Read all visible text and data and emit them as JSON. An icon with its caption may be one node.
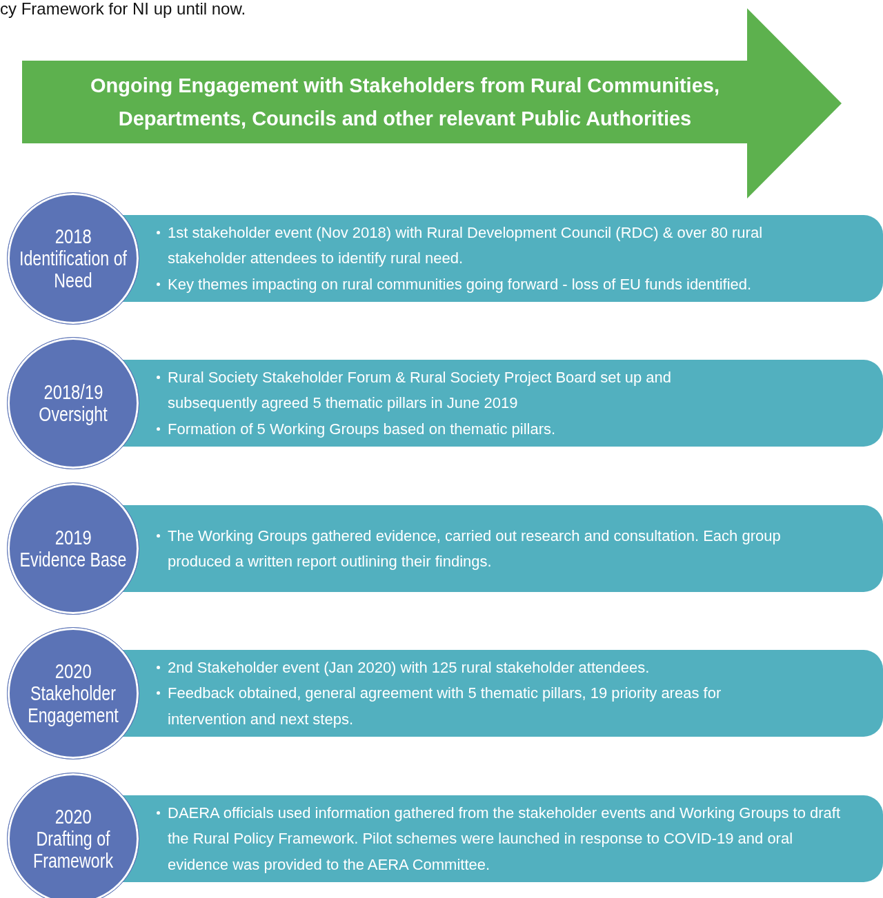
{
  "diagram": {
    "nodes": [
      {
        "text": [
          "Ongoing Engagement with Stakeholders from Rural Communities, Departments, Councils and other relevant Public Authorities"
        ]
      },
      {
        "text": [
          "2018",
          "Identification of Need"
        ]
      },
      {
        "text": [
          "1st stakeholder event (Nov 2018) with Rural Development Council (RDC) & over 80 rural stakeholder attendees to identify rural need.",
          "Key themes impacting on rural communities going forward - loss of EU funds identified."
        ]
      },
      {
        "text": [
          "2018/19",
          "Oversight"
        ]
      },
      {
        "text": [
          "Rural Society Stakeholder Forum & Rural Society Project Board set up and subsequently agreed 5 thematic pillars in June 2019",
          "Formation of 5 Working Groups based on thematic pillars."
        ]
      },
      {
        "text": [
          "2019",
          "Evidence Base"
        ]
      },
      {
        "text": [
          "The Working Groups gathered evidence, carried out research and consultation. Each group produced a written report outlining their findings."
        ]
      },
      {
        "text": [
          "2020",
          "Stakeholder Engagement"
        ]
      },
      {
        "text": [
          "2nd Stakeholder event (Jan 2020) with 125 rural stakeholder attendees.",
          "Feedback obtained, general agreement with 5 thematic pillars, 19 priority areas for intervention and next steps."
        ]
      },
      {
        "text": [
          "2020",
          "Drafting of Framework"
        ]
      },
      {
        "text": [
          "DAERA officials used information gathered from the stakeholder events and Working Groups to draft the Rural Policy Framework. Pilot schemes were launched in response to COVID-19 and oral evidence was provided to the AERA Committee."
        ]
      }
    ],
    "labels": [
      "cy Framework for NI up until now."
    ]
  }
}
